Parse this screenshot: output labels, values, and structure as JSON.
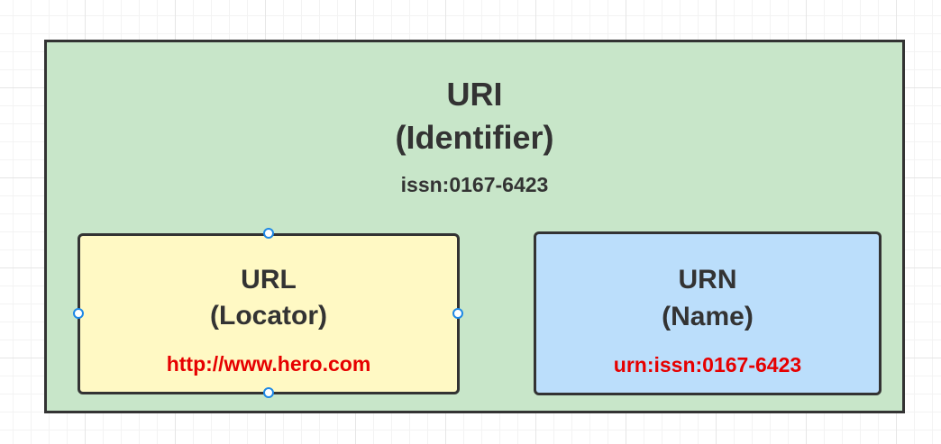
{
  "uri": {
    "title": "URI",
    "subtitle": "(Identifier)",
    "example": "issn:0167-6423"
  },
  "url": {
    "title": "URL",
    "subtitle": "(Locator)",
    "example": "http://www.hero.com"
  },
  "urn": {
    "title": "URN",
    "subtitle": "(Name)",
    "example": "urn:issn:0167-6423"
  },
  "colors": {
    "uri_fill": "#c8e6c9",
    "url_fill": "#fff9c4",
    "urn_fill": "#bbdefb",
    "border": "#333333",
    "example_red": "#e60000",
    "selection_handle": "#1e88e5"
  }
}
